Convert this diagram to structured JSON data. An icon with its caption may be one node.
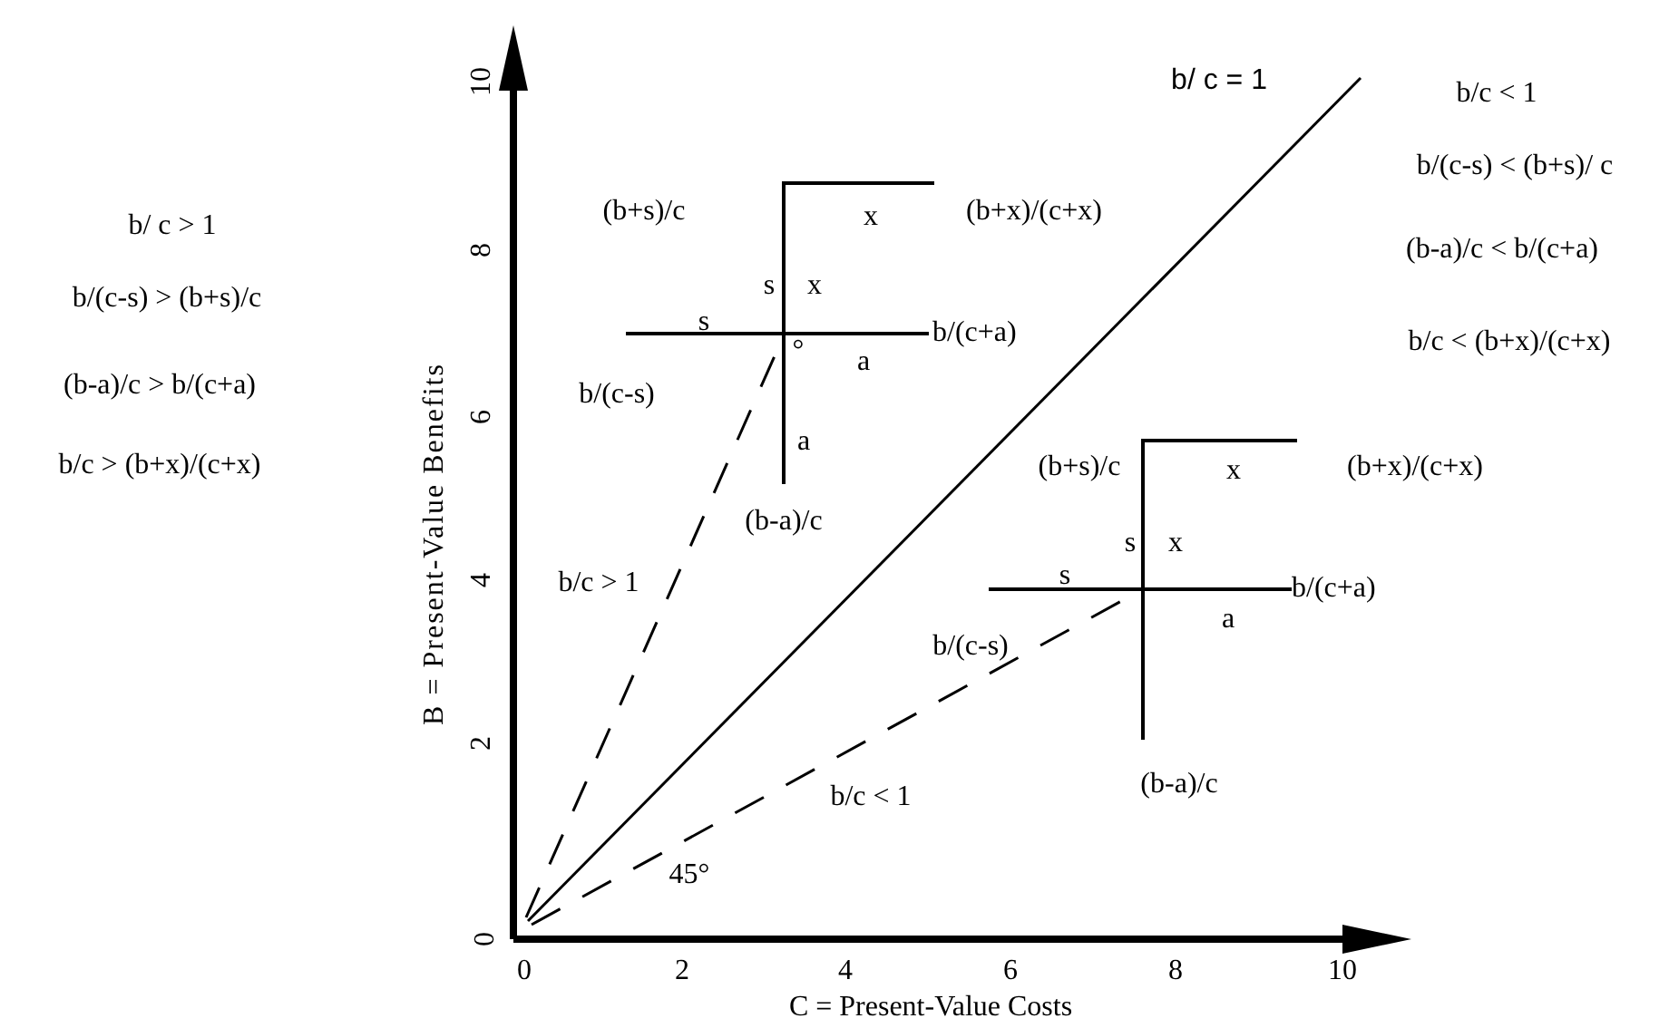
{
  "diagram": {
    "labels": [
      "10",
      "b/ c = 1",
      "b/c < 1",
      "b/(c-s) < (b+s)/ c",
      "b/ c > 1",
      "(b+s)/c",
      "x",
      "(b+x)/(c+x)",
      "8",
      "(b-a)/c < b/(c+a)",
      "b/(c-s) > (b+s)/c",
      "s",
      "x",
      "s",
      "b/(c+a)",
      "°",
      "a",
      "b/c < (b+x)/(c+x)",
      "(b-a)/c > b/(c+a)",
      "b/(c-s)",
      "6",
      "B = Present-Value Benefits",
      "a",
      "b/c > (b+x)/(c+x)",
      "(b+s)/c",
      "x",
      "(b+x)/(c+x)",
      "(b-a)/c",
      "s",
      "x",
      "4",
      "b/c > 1",
      "s",
      "b/(c+a)",
      "a",
      "b/(c-s)",
      "2",
      "b/c < 1",
      "(b-a)/c",
      "45°",
      "0",
      "0",
      "2",
      "4",
      "6",
      "8",
      "10",
      "C = Present-Value Costs"
    ]
  }
}
